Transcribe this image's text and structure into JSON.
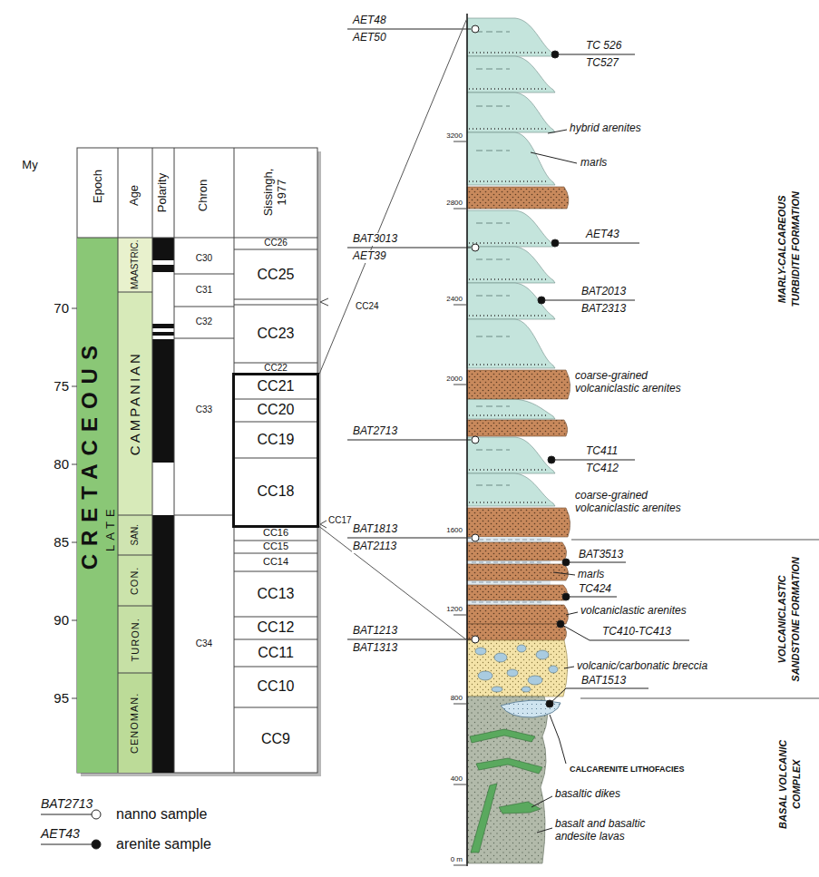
{
  "diagram": {
    "nodes": [
      {
        "text": [
          "CC21",
          "CC20",
          "CC19",
          "CC18"
        ]
      },
      {
        "text": [
          "MARLY-CALCAREOUS TURBIDITE FORMATION"
        ]
      },
      {
        "text": [
          "VOLCANICLASTIC SANDSTONE FORMATION"
        ]
      },
      {
        "text": [
          "BASAL VOLCANIC COMPLEX"
        ]
      }
    ],
    "edges": [
      {
        "from": 0,
        "to": 1,
        "arrow": "none"
      },
      {
        "from": 0,
        "to": 2,
        "arrow": "none"
      }
    ],
    "labels": [
      "My",
      "Epoch",
      "Age",
      "Polarity",
      "Chron",
      "Sissingh, 1977",
      "CRETACEOUS",
      "LATE",
      "MAASTRIC.",
      "CAMPANIAN",
      "SAN.",
      "CON.",
      "TURON.",
      "CENOMAN.",
      "C30",
      "C31",
      "C32",
      "C33",
      "C34",
      "CC26",
      "CC25",
      "CC24",
      "CC23",
      "CC22",
      "CC17",
      "CC16",
      "CC15",
      "CC14",
      "CC13",
      "CC12",
      "CC11",
      "CC10",
      "CC9",
      "70",
      "75",
      "80",
      "85",
      "90",
      "95",
      "3200",
      "2800",
      "2400",
      "2000",
      "1600",
      "1200",
      "800",
      "400",
      "0 m",
      "AET48",
      "AET50",
      "BAT3013",
      "AET39",
      "BAT2713",
      "BAT1813",
      "BAT2113",
      "BAT1213",
      "BAT1313",
      "TC 526",
      "TC527",
      "AET43",
      "BAT2013",
      "BAT2313",
      "TC411",
      "TC412",
      "BAT3513",
      "TC424",
      "TC410-TC413",
      "BAT1513",
      "hybrid arenites",
      "marls",
      "coarse-grained volcaniclastic arenites",
      "coarse-grained volcaniclastic arenites",
      "marls",
      "volcaniclastic arenites",
      "volcanic/carbonatic breccia",
      "CALCARENITE LITHOFACIES",
      "basaltic dikes",
      "basalt and basaltic andesite lavas",
      "BAT2713",
      "AET43"
    ],
    "legend": [
      {
        "text": "nanno sample"
      },
      {
        "text": "arenite sample"
      }
    ]
  }
}
